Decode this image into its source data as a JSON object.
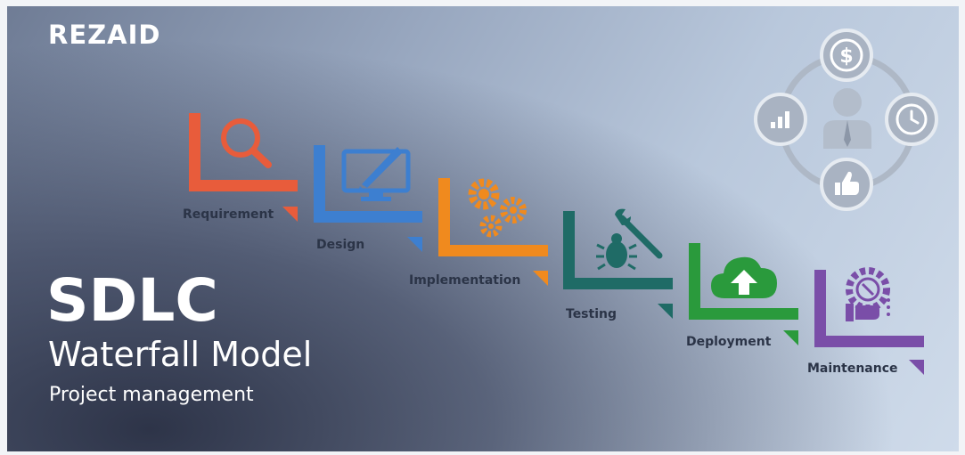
{
  "brand": {
    "logo_text": "REZAID"
  },
  "title": {
    "main": "SDLC",
    "sub": "Waterfall Model",
    "sub2": "Project management"
  },
  "steps": [
    {
      "label": "Requirement",
      "color": "#e85c3b",
      "icon": "magnifier-icon"
    },
    {
      "label": "Design",
      "color": "#3d7fd0",
      "icon": "monitor-pen-icon"
    },
    {
      "label": "Implementation",
      "color": "#f08a1e",
      "icon": "gears-icon"
    },
    {
      "label": "Testing",
      "color": "#1f6b66",
      "icon": "bug-wrench-icon"
    },
    {
      "label": "Deployment",
      "color": "#2a9a3c",
      "icon": "cloud-upload-icon"
    },
    {
      "label": "Maintenance",
      "color": "#7a4ea8",
      "icon": "gear-hand-icon"
    }
  ],
  "corner_graphic": {
    "color": "#a9b3c2",
    "icons": [
      "dollar-icon",
      "clock-icon",
      "thumbs-up-icon",
      "bar-chart-icon",
      "person-icon"
    ]
  }
}
